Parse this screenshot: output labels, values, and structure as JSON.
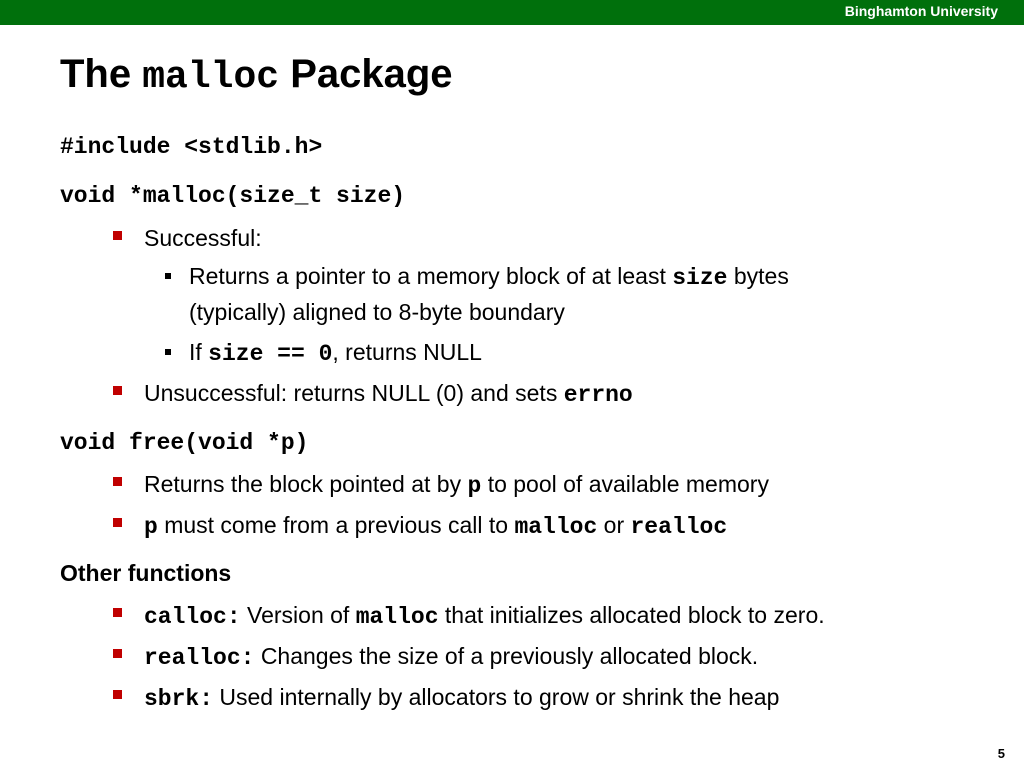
{
  "header": {
    "university": "Binghamton University",
    "bar_color": "#00700c"
  },
  "title": {
    "pre": "The",
    "code": "malloc",
    "post": "Package"
  },
  "include_line": "#include <stdlib.h>",
  "malloc_sig": "void *malloc(size_t size)",
  "malloc": {
    "successful": "Successful:",
    "returns_a": "Returns a pointer to a memory block of at least",
    "returns_code": "size",
    "returns_b": "bytes",
    "returns_line2": "(typically) aligned to 8-byte boundary",
    "if_pre": "If",
    "if_code": "size == 0",
    "if_post": ", returns NULL",
    "unsuccessful_pre": "Unsuccessful: returns NULL (0) and sets",
    "unsuccessful_code": "errno"
  },
  "free_sig": "void free(void *p)",
  "free": {
    "returns_pre": "Returns the block pointed at by",
    "returns_code": "p",
    "returns_post": "to pool of available memory",
    "p_code": "p",
    "p_mid": "must come from a previous call to",
    "p_malloc": "malloc",
    "p_or": "or",
    "p_realloc": "realloc"
  },
  "other": {
    "heading": "Other functions",
    "calloc_code": "calloc:",
    "calloc_pre": "Version of",
    "calloc_malloc": "malloc",
    "calloc_post": "that initializes allocated block to zero.",
    "realloc_code": "realloc:",
    "realloc_text": "Changes the size of a previously allocated block.",
    "sbrk_code": "sbrk:",
    "sbrk_text": "Used internally by allocators to grow or shrink the heap"
  },
  "page_number": "5",
  "bullet_color": "#c00000"
}
